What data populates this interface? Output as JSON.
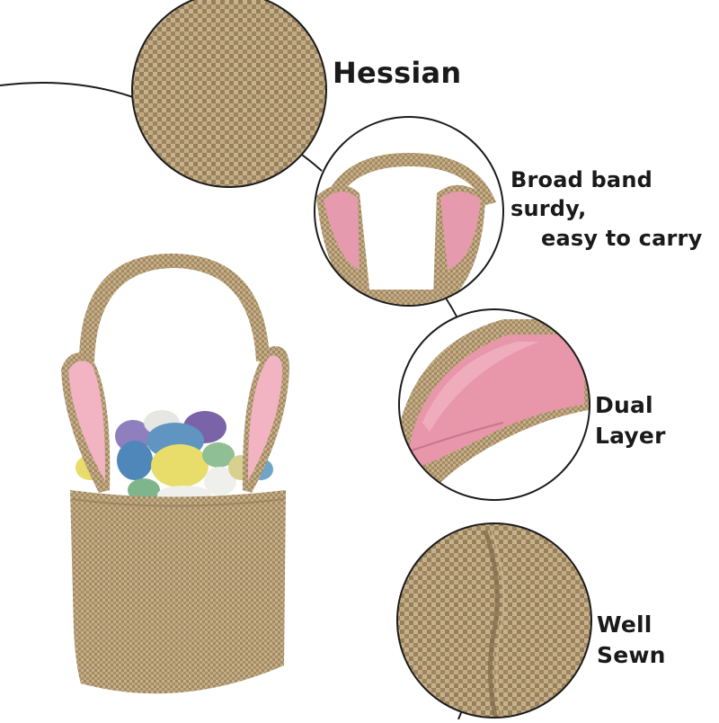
{
  "labels": {
    "hessian": "Hessian",
    "broad_line1": "Broad band surdy,",
    "broad_line2": "easy to carry",
    "dual": "Dual Layer",
    "sewn": "Well Sewn"
  },
  "colors": {
    "burlap": "#b59d74",
    "burlap_dark": "#8f7a55",
    "burlap_light": "#cdb892",
    "pink": "#e79aac",
    "pink_dark": "#cf7f93",
    "outline": "#1c1c1c"
  },
  "eggs": [
    {
      "color": "#8f7fbf",
      "name": "purple-egg"
    },
    {
      "color": "#e6e6e2",
      "name": "white-egg"
    },
    {
      "color": "#7b63a8",
      "name": "dark-purple-egg"
    },
    {
      "color": "#5f95c0",
      "name": "blue-egg"
    },
    {
      "color": "#4f87bb",
      "name": "blue-egg"
    },
    {
      "color": "#e8dd6a",
      "name": "yellow-egg"
    },
    {
      "color": "#8fbf95",
      "name": "green-egg"
    },
    {
      "color": "#7fb58a",
      "name": "green-egg"
    },
    {
      "color": "#efefeb",
      "name": "white-egg"
    },
    {
      "color": "#d8d08f",
      "name": "pale-yellow-egg"
    },
    {
      "color": "#6fa5c8",
      "name": "light-blue-egg"
    }
  ]
}
